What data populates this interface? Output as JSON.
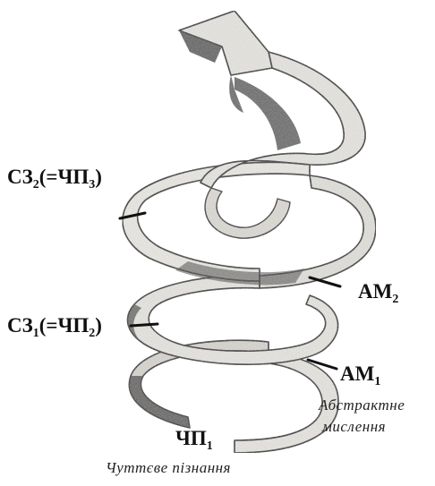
{
  "labels": {
    "cz2": {
      "main": "СЗ",
      "sub": "2",
      "paren_open": "(=ЧП",
      "paren_sub": "3",
      "paren_close": ")"
    },
    "cz1": {
      "main": "СЗ",
      "sub": "1",
      "paren_open": "(=ЧП",
      "paren_sub": "2",
      "paren_close": ")"
    },
    "am2": {
      "main": "АМ",
      "sub": "2"
    },
    "am1": {
      "main": "АМ",
      "sub": "1"
    },
    "chp1": {
      "main": "ЧП",
      "sub": "1"
    },
    "abstract_line1": "Абстрактне",
    "abstract_line2": "мислення",
    "sensory": "Чуттєве пізнання"
  },
  "colors": {
    "ribbon_fill": "#e8e6e1",
    "ribbon_shade": "#3a3a3a",
    "outline": "#1a1a1a"
  }
}
